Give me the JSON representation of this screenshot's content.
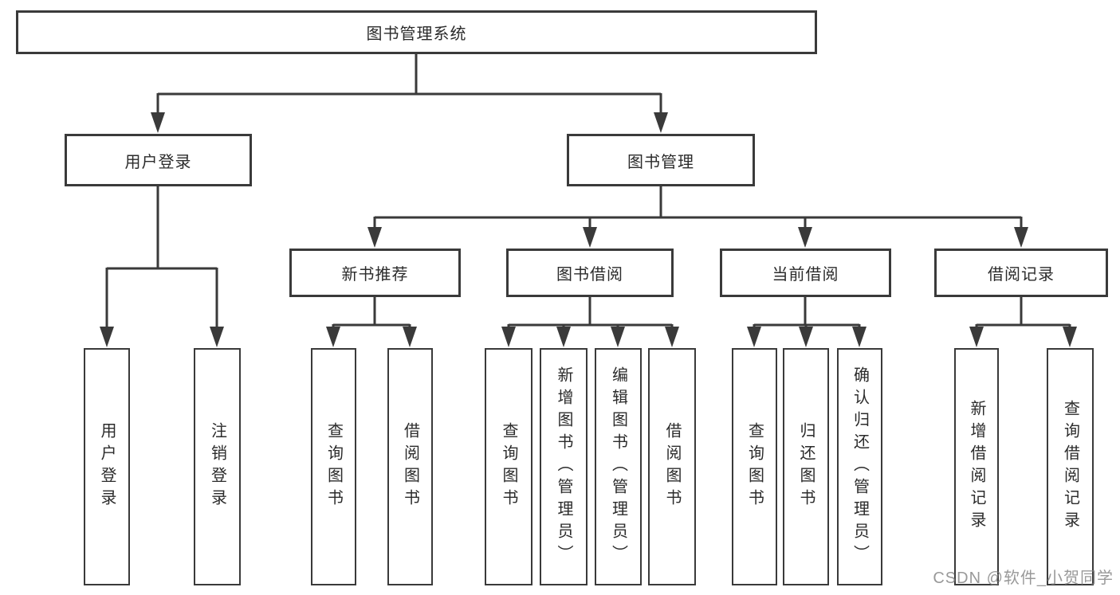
{
  "diagram": {
    "title_node": {
      "label": "图书管理系统"
    },
    "level2": [
      {
        "label": "用户登录"
      },
      {
        "label": "图书管理"
      }
    ],
    "level3": [
      {
        "label": "新书推荐"
      },
      {
        "label": "图书借阅"
      },
      {
        "label": "当前借阅"
      },
      {
        "label": "借阅记录"
      }
    ],
    "leaves": [
      {
        "label": "用户登录"
      },
      {
        "label": "注销登录"
      },
      {
        "label": "查询图书"
      },
      {
        "label": "借阅图书"
      },
      {
        "label": "查询图书"
      },
      {
        "label": "新增图书（管理员）"
      },
      {
        "label": "编辑图书（管理员）"
      },
      {
        "label": "借阅图书"
      },
      {
        "label": "查询图书"
      },
      {
        "label": "归还图书"
      },
      {
        "label": "确认归还（管理员）"
      },
      {
        "label": "新增借阅记录"
      },
      {
        "label": "查询借阅记录"
      }
    ],
    "watermark": "CSDN @软件_小贺同学",
    "colors": {
      "line": "#3a3a3a",
      "box_border": "#3a3a3a",
      "box_fill": "#ffffff",
      "text": "#2b2b2b",
      "watermark": "#808080"
    }
  }
}
